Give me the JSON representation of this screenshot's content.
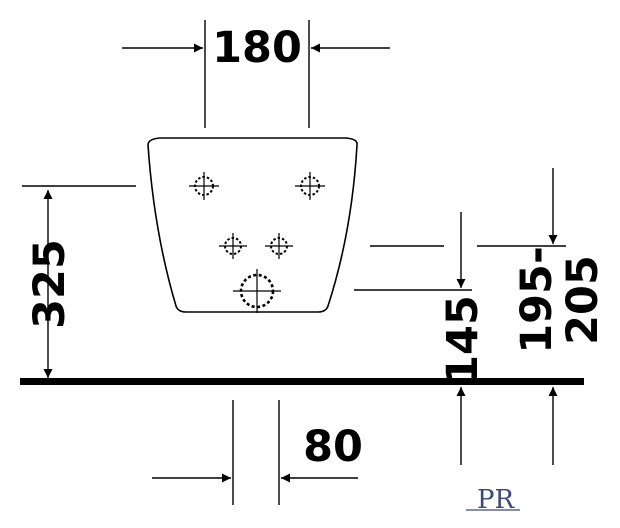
{
  "dimensions": {
    "top_width": "180",
    "bottom_spacing": "80",
    "left_height": "325",
    "right_height": "145",
    "far_right_line1": "195-",
    "far_right_line2": "205"
  },
  "logo": {
    "text": "PR"
  },
  "colors": {
    "ink": "#000000",
    "logo": "#3b4a78"
  }
}
